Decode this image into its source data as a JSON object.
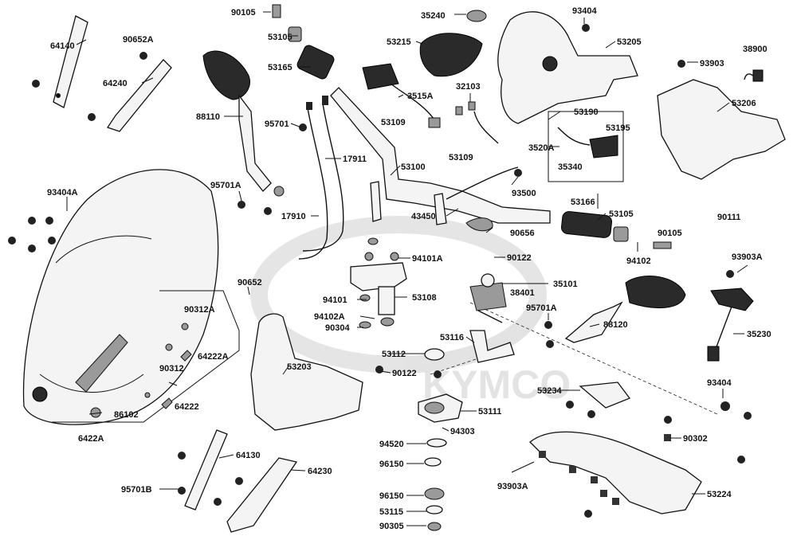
{
  "diagram": {
    "watermark": "KYMCO",
    "labels": [
      {
        "id": "p90105a",
        "text": "90105"
      },
      {
        "id": "p35240",
        "text": "35240"
      },
      {
        "id": "p93404a",
        "text": "93404"
      },
      {
        "id": "p64140",
        "text": "64140"
      },
      {
        "id": "p90652A",
        "text": "90652A"
      },
      {
        "id": "p53105a",
        "text": "53105"
      },
      {
        "id": "p53215",
        "text": "53215"
      },
      {
        "id": "p53205",
        "text": "53205"
      },
      {
        "id": "p38900",
        "text": "38900"
      },
      {
        "id": "p93903",
        "text": "93903"
      },
      {
        "id": "p64240",
        "text": "64240"
      },
      {
        "id": "p53165",
        "text": "53165"
      },
      {
        "id": "p3515A",
        "text": "3515A"
      },
      {
        "id": "p32103",
        "text": "32103"
      },
      {
        "id": "p53190",
        "text": "53190"
      },
      {
        "id": "p53206",
        "text": "53206"
      },
      {
        "id": "p88110",
        "text": "88110"
      },
      {
        "id": "p95701a",
        "text": "95701"
      },
      {
        "id": "p53109a",
        "text": "53109"
      },
      {
        "id": "p53195",
        "text": "53195"
      },
      {
        "id": "p3520A",
        "text": "3520A"
      },
      {
        "id": "p17911",
        "text": "17911"
      },
      {
        "id": "p53109b",
        "text": "53109"
      },
      {
        "id": "p53100",
        "text": "53100"
      },
      {
        "id": "p35340",
        "text": "35340"
      },
      {
        "id": "p95701A",
        "text": "95701A"
      },
      {
        "id": "p93500",
        "text": "93500"
      },
      {
        "id": "p93404A",
        "text": "93404A"
      },
      {
        "id": "p53166",
        "text": "53166"
      },
      {
        "id": "p90111",
        "text": "90111"
      },
      {
        "id": "p17910",
        "text": "17910"
      },
      {
        "id": "p43450",
        "text": "43450"
      },
      {
        "id": "p53105b",
        "text": "53105"
      },
      {
        "id": "p90105b",
        "text": "90105"
      },
      {
        "id": "p90656",
        "text": "90656"
      },
      {
        "id": "p94102",
        "text": "94102"
      },
      {
        "id": "p94101A",
        "text": "94101A"
      },
      {
        "id": "p90122a",
        "text": "90122"
      },
      {
        "id": "p93903A",
        "text": "93903A"
      },
      {
        "id": "p90652",
        "text": "90652"
      },
      {
        "id": "p35101",
        "text": "35101"
      },
      {
        "id": "p90312A",
        "text": "90312A"
      },
      {
        "id": "p94101",
        "text": "94101"
      },
      {
        "id": "p53108",
        "text": "53108"
      },
      {
        "id": "p38401",
        "text": "38401"
      },
      {
        "id": "p94102A",
        "text": "94102A"
      },
      {
        "id": "p95701A2",
        "text": "95701A"
      },
      {
        "id": "p88120",
        "text": "88120"
      },
      {
        "id": "p90304",
        "text": "90304"
      },
      {
        "id": "p35230",
        "text": "35230"
      },
      {
        "id": "p53116",
        "text": "53116"
      },
      {
        "id": "p64222A",
        "text": "64222A"
      },
      {
        "id": "p53112",
        "text": "53112"
      },
      {
        "id": "p53203",
        "text": "53203"
      },
      {
        "id": "p90312",
        "text": "90312"
      },
      {
        "id": "p90122b",
        "text": "90122"
      },
      {
        "id": "p93404b",
        "text": "93404"
      },
      {
        "id": "p53234",
        "text": "53234"
      },
      {
        "id": "p64222",
        "text": "64222"
      },
      {
        "id": "p86102",
        "text": "86102"
      },
      {
        "id": "p53111",
        "text": "53111"
      },
      {
        "id": "p6422A",
        "text": "6422A"
      },
      {
        "id": "p94303",
        "text": "94303"
      },
      {
        "id": "p90302",
        "text": "90302"
      },
      {
        "id": "p94520",
        "text": "94520"
      },
      {
        "id": "p64130",
        "text": "64130"
      },
      {
        "id": "p96150a",
        "text": "96150"
      },
      {
        "id": "p93903A2",
        "text": "93903A"
      },
      {
        "id": "p64230",
        "text": "64230"
      },
      {
        "id": "p95701B",
        "text": "95701B"
      },
      {
        "id": "p96150b",
        "text": "96150"
      },
      {
        "id": "p53224",
        "text": "53224"
      },
      {
        "id": "p53115",
        "text": "53115"
      },
      {
        "id": "p90305",
        "text": "90305"
      }
    ]
  }
}
